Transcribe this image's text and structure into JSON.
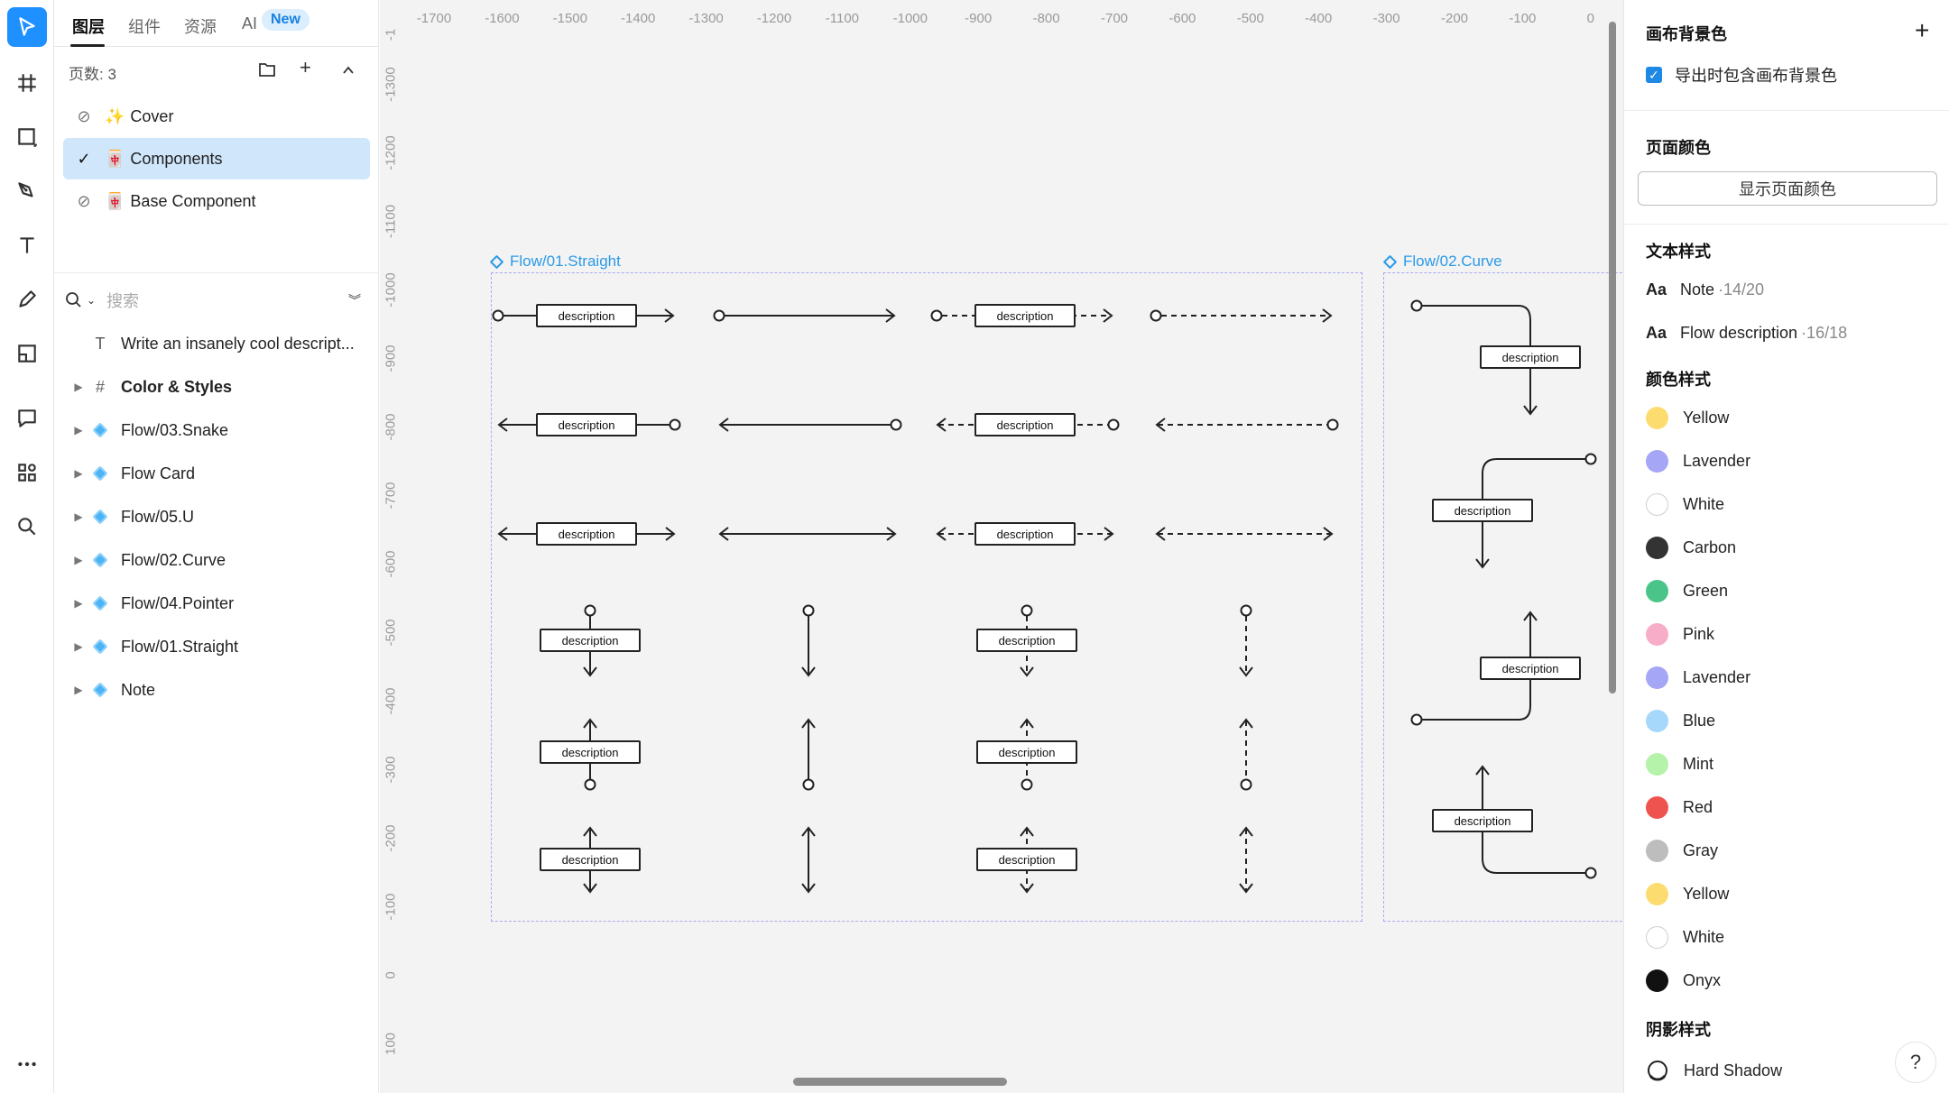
{
  "left_panel": {
    "tabs": [
      "图层",
      "组件",
      "资源",
      "AI"
    ],
    "new_badge": "New",
    "pages_label": "页数: 3",
    "pages": [
      {
        "emoji": "✨",
        "name": "Cover"
      },
      {
        "emoji": "🀄",
        "name": "Components"
      },
      {
        "emoji": "🀄",
        "name": "Base Component"
      }
    ],
    "search_placeholder": "搜索",
    "layers": [
      {
        "icon": "text",
        "name": "Write an insanely cool descript...",
        "bold": false
      },
      {
        "icon": "frame",
        "name": "Color & Styles",
        "bold": true
      },
      {
        "icon": "component",
        "name": "Flow/03.Snake",
        "bold": false
      },
      {
        "icon": "component",
        "name": "Flow Card",
        "bold": false
      },
      {
        "icon": "component",
        "name": "Flow/05.U",
        "bold": false
      },
      {
        "icon": "component",
        "name": "Flow/02.Curve",
        "bold": false
      },
      {
        "icon": "component",
        "name": "Flow/04.Pointer",
        "bold": false
      },
      {
        "icon": "component",
        "name": "Flow/01.Straight",
        "bold": false
      },
      {
        "icon": "component",
        "name": "Note",
        "bold": false
      }
    ]
  },
  "canvas": {
    "ruler_top": [
      "-1700",
      "-1600",
      "-1500",
      "-1400",
      "-1300",
      "-1200",
      "-1100",
      "-1000",
      "-900",
      "-800",
      "-700",
      "-600",
      "-500",
      "-400",
      "-300",
      "-200",
      "-100",
      "0"
    ],
    "ruler_left": [
      "-1",
      "-1300",
      "-1200",
      "-1100",
      "-1000",
      "-900",
      "-800",
      "-700",
      "-600",
      "-500",
      "-400",
      "-300",
      "-200",
      "-100",
      "0",
      "100"
    ],
    "frame1_label": "Flow/01.Straight",
    "frame2_label": "Flow/02.Curve",
    "description_label": "description"
  },
  "right_panel": {
    "canvas_bg_title": "画布背景色",
    "include_bg_label": "导出时包含画布背景色",
    "page_color_title": "页面颜色",
    "show_page_color_button": "显示页面颜色",
    "text_styles_title": "文本样式",
    "text_styles": [
      {
        "prefix": "Aa",
        "name": "Note",
        "meta": "·14/20"
      },
      {
        "prefix": "Aa",
        "name": "Flow description",
        "meta": "·16/18"
      }
    ],
    "color_styles_title": "颜色样式",
    "colors": [
      {
        "name": "Yellow",
        "hex": "#FDDC6F"
      },
      {
        "name": "Lavender",
        "hex": "#A5A6F6"
      },
      {
        "name": "White",
        "hex": "#FFFFFF"
      },
      {
        "name": "Carbon",
        "hex": "#333333"
      },
      {
        "name": "Green",
        "hex": "#4BC48A"
      },
      {
        "name": "Pink",
        "hex": "#F7ACC8"
      },
      {
        "name": "Lavender",
        "hex": "#A5A6F6"
      },
      {
        "name": "Blue",
        "hex": "#A6D8FB"
      },
      {
        "name": "Mint",
        "hex": "#B5F2AA"
      },
      {
        "name": "Red",
        "hex": "#EF5350"
      },
      {
        "name": "Gray",
        "hex": "#BDBDBD"
      },
      {
        "name": "Yellow",
        "hex": "#FDDC6F"
      },
      {
        "name": "White",
        "hex": "#FFFFFF"
      },
      {
        "name": "Onyx",
        "hex": "#111111"
      }
    ],
    "shadow_styles_title": "阴影样式",
    "shadows": [
      {
        "name": "Hard Shadow"
      }
    ],
    "help_label": "?"
  },
  "colors": {
    "accent": "#1E90FF",
    "selection": "#CFE6FB",
    "frame_border": "#A8A9F0",
    "frame_label": "#2B9AE8"
  }
}
